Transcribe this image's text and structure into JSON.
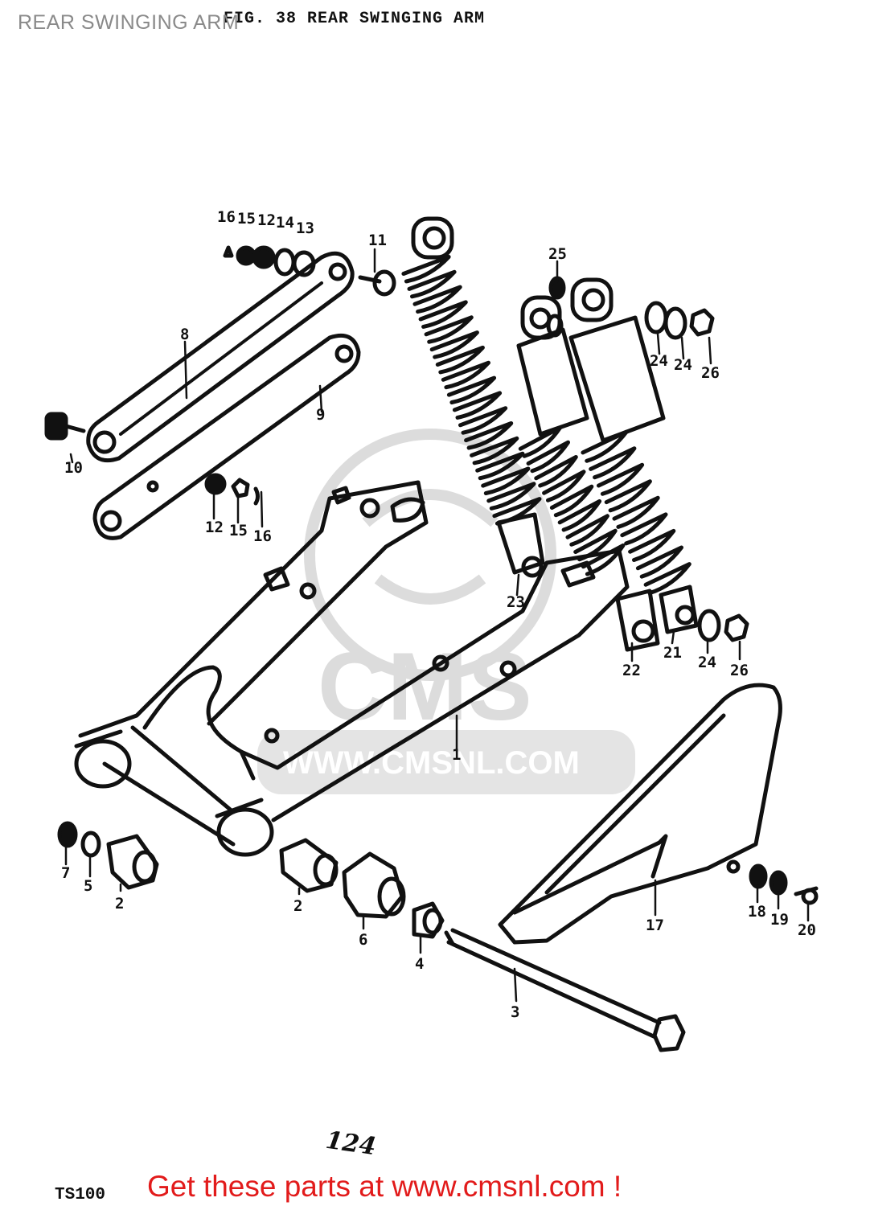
{
  "header": {
    "overlay_title": "REAR SWINGING ARM",
    "figure_title": "FIG. 38  REAR SWINGING ARM"
  },
  "watermark": {
    "brand": "CMS",
    "url": "WWW.CMSNL.COM"
  },
  "callouts": [
    {
      "id": "c16a",
      "label": "16"
    },
    {
      "id": "c15a",
      "label": "15"
    },
    {
      "id": "c12a",
      "label": "12"
    },
    {
      "id": "c14",
      "label": "14"
    },
    {
      "id": "c13",
      "label": "13"
    },
    {
      "id": "c11",
      "label": "11"
    },
    {
      "id": "c25",
      "label": "25"
    },
    {
      "id": "c24a",
      "label": "24"
    },
    {
      "id": "c24b",
      "label": "24"
    },
    {
      "id": "c26a",
      "label": "26"
    },
    {
      "id": "c8",
      "label": "8"
    },
    {
      "id": "c9",
      "label": "9"
    },
    {
      "id": "c10",
      "label": "10"
    },
    {
      "id": "c12b",
      "label": "12"
    },
    {
      "id": "c15b",
      "label": "15"
    },
    {
      "id": "c16b",
      "label": "16"
    },
    {
      "id": "c23",
      "label": "23"
    },
    {
      "id": "c22",
      "label": "22"
    },
    {
      "id": "c21",
      "label": "21"
    },
    {
      "id": "c24c",
      "label": "24"
    },
    {
      "id": "c26b",
      "label": "26"
    },
    {
      "id": "c1",
      "label": "1"
    },
    {
      "id": "c7",
      "label": "7"
    },
    {
      "id": "c5",
      "label": "5"
    },
    {
      "id": "c2a",
      "label": "2"
    },
    {
      "id": "c2b",
      "label": "2"
    },
    {
      "id": "c6",
      "label": "6"
    },
    {
      "id": "c4",
      "label": "4"
    },
    {
      "id": "c3",
      "label": "3"
    },
    {
      "id": "c17",
      "label": "17"
    },
    {
      "id": "c18",
      "label": "18"
    },
    {
      "id": "c19",
      "label": "19"
    },
    {
      "id": "c20",
      "label": "20"
    }
  ],
  "footer": {
    "page_number": "124",
    "model": "TS100",
    "promo_prefix": "Get these parts at ",
    "promo_link": "www.cmsnl.com",
    "promo_suffix": " !"
  },
  "colors": {
    "line": "#111111",
    "watermark": "#d9d9d9",
    "promo": "#e21b1b",
    "overlay_title": "#8a8a8a"
  }
}
